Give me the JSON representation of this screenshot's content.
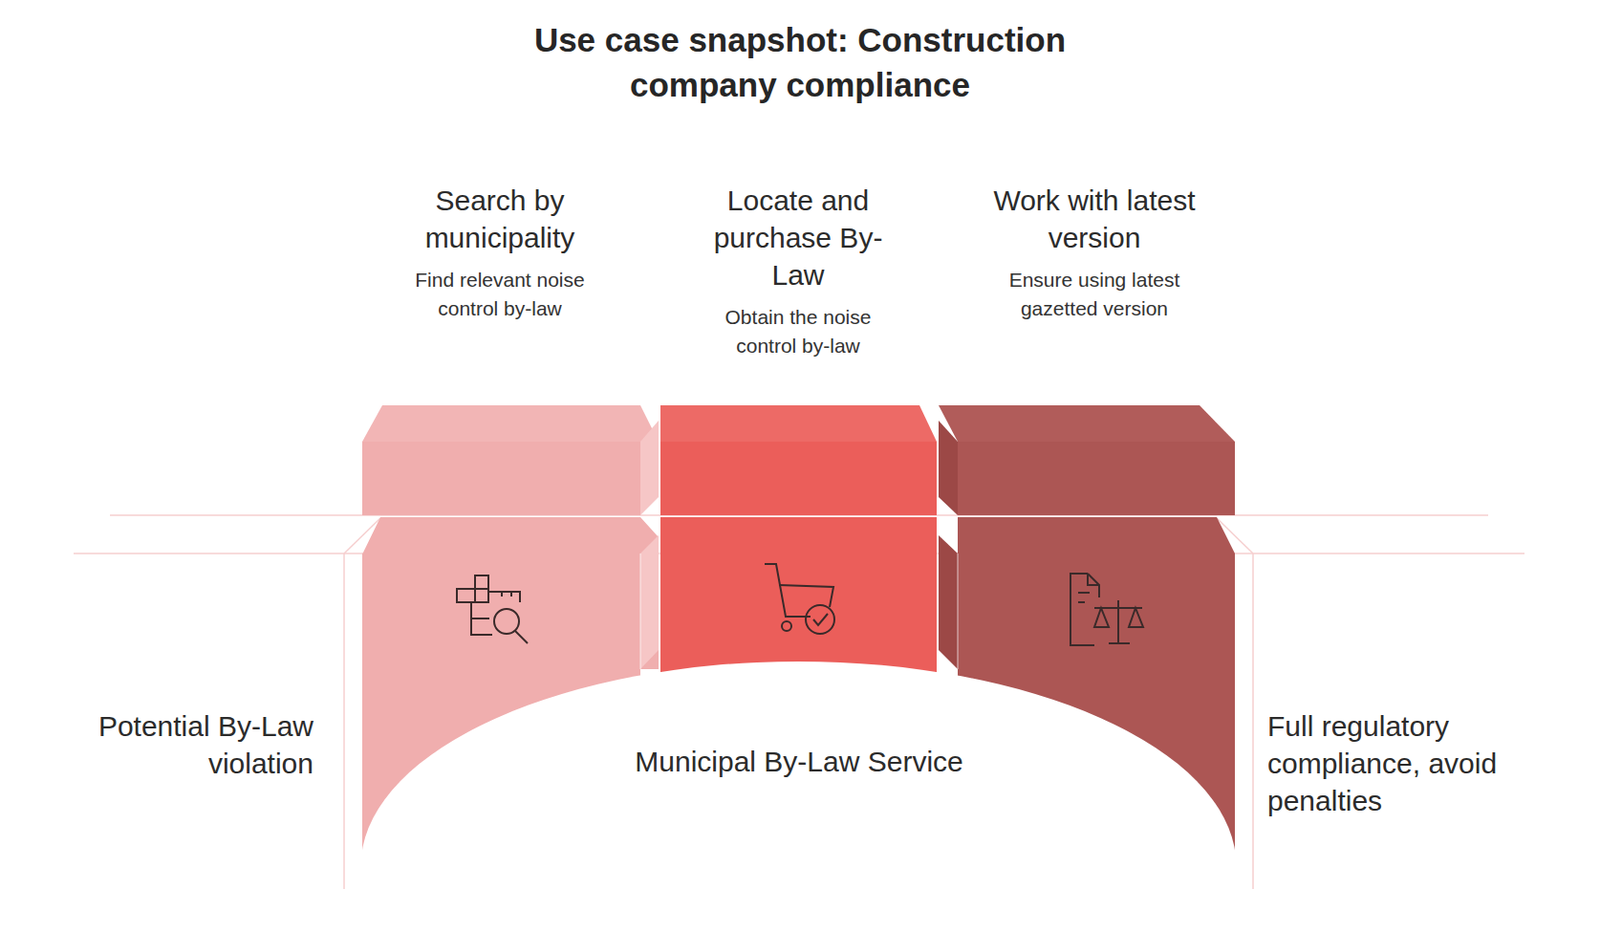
{
  "diagram": {
    "title": "Use case snapshot: Construction company compliance",
    "nodes": [
      {
        "text": [
          "Search by municipality",
          "Find relevant noise control by-law"
        ]
      },
      {
        "text": [
          "Locate and purchase By-Law",
          "Obtain the noise control by-law"
        ]
      },
      {
        "text": [
          "Work with latest version",
          "Ensure using latest gazetted version"
        ]
      }
    ],
    "labels": [
      "Potential By-Law violation",
      "Municipal By-Law Service",
      "Full regulatory compliance, avoid penalties"
    ]
  }
}
